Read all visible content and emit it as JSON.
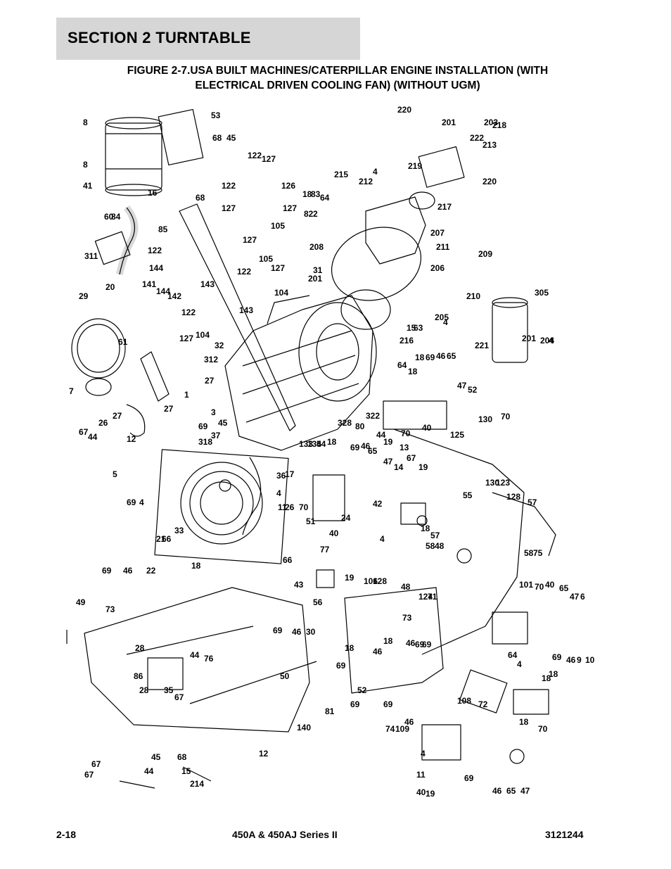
{
  "header": {
    "section": "SECTION 2   TURNTABLE"
  },
  "figure": {
    "title_line1": "FIGURE 2-7.USA BUILT MACHINES/CATERPILLAR ENGINE INSTALLATION (WITH",
    "title_line2": "ELECTRICAL DRIVEN COOLING FAN) (WITHOUT UGM)"
  },
  "callouts": [
    "8",
    "53",
    "8",
    "68",
    "45",
    "16",
    "68",
    "41",
    "122",
    "127",
    "122",
    "126",
    "127",
    "127",
    "105",
    "60",
    "84",
    "85",
    "311",
    "122",
    "144",
    "141",
    "144",
    "142",
    "20",
    "127",
    "105",
    "122",
    "127",
    "143",
    "104",
    "122",
    "143",
    "127",
    "104",
    "29",
    "61",
    "32",
    "312",
    "27",
    "1",
    "7",
    "27",
    "27",
    "3",
    "12",
    "67",
    "44",
    "26",
    "37",
    "45",
    "69",
    "318",
    "133",
    "134",
    "54",
    "5",
    "36",
    "17",
    "69",
    "4",
    "11",
    "26",
    "4",
    "21",
    "66",
    "33",
    "18",
    "69",
    "46",
    "22",
    "66",
    "43",
    "56",
    "77",
    "49",
    "73",
    "69",
    "46",
    "30",
    "28",
    "86",
    "28",
    "35",
    "67",
    "44",
    "76",
    "50",
    "81",
    "140",
    "12",
    "67",
    "67",
    "44",
    "45",
    "68",
    "15",
    "214",
    "220",
    "201",
    "203",
    "218",
    "222",
    "213",
    "220",
    "219",
    "217",
    "215",
    "212",
    "4",
    "18",
    "83",
    "64",
    "82",
    "2",
    "208",
    "207",
    "211",
    "206",
    "209",
    "210",
    "305",
    "31",
    "201",
    "205",
    "4",
    "15",
    "63",
    "216",
    "221",
    "201",
    "204",
    "4",
    "64",
    "18",
    "18",
    "69",
    "46",
    "65",
    "47",
    "52",
    "322",
    "328",
    "80",
    "44",
    "19",
    "70",
    "40",
    "125",
    "130",
    "70",
    "18",
    "69",
    "46",
    "65",
    "47",
    "14",
    "13",
    "67",
    "19",
    "70",
    "51",
    "40",
    "24",
    "130",
    "123",
    "128",
    "55",
    "42",
    "4",
    "18",
    "57",
    "58",
    "48",
    "57",
    "58",
    "75",
    "101",
    "106",
    "128",
    "48",
    "124",
    "71",
    "19",
    "70",
    "40",
    "65",
    "47",
    "6",
    "73",
    "46",
    "69",
    "69",
    "46",
    "18",
    "69",
    "18",
    "69",
    "52",
    "64",
    "4",
    "18",
    "18",
    "69",
    "46",
    "9",
    "10",
    "69",
    "46",
    "74",
    "109",
    "108",
    "72",
    "70",
    "4",
    "11",
    "40",
    "19",
    "18",
    "69",
    "46",
    "65",
    "47"
  ],
  "footer": {
    "page": "2-18",
    "model": "450A & 450AJ Series II",
    "doc_number": "3121244"
  }
}
